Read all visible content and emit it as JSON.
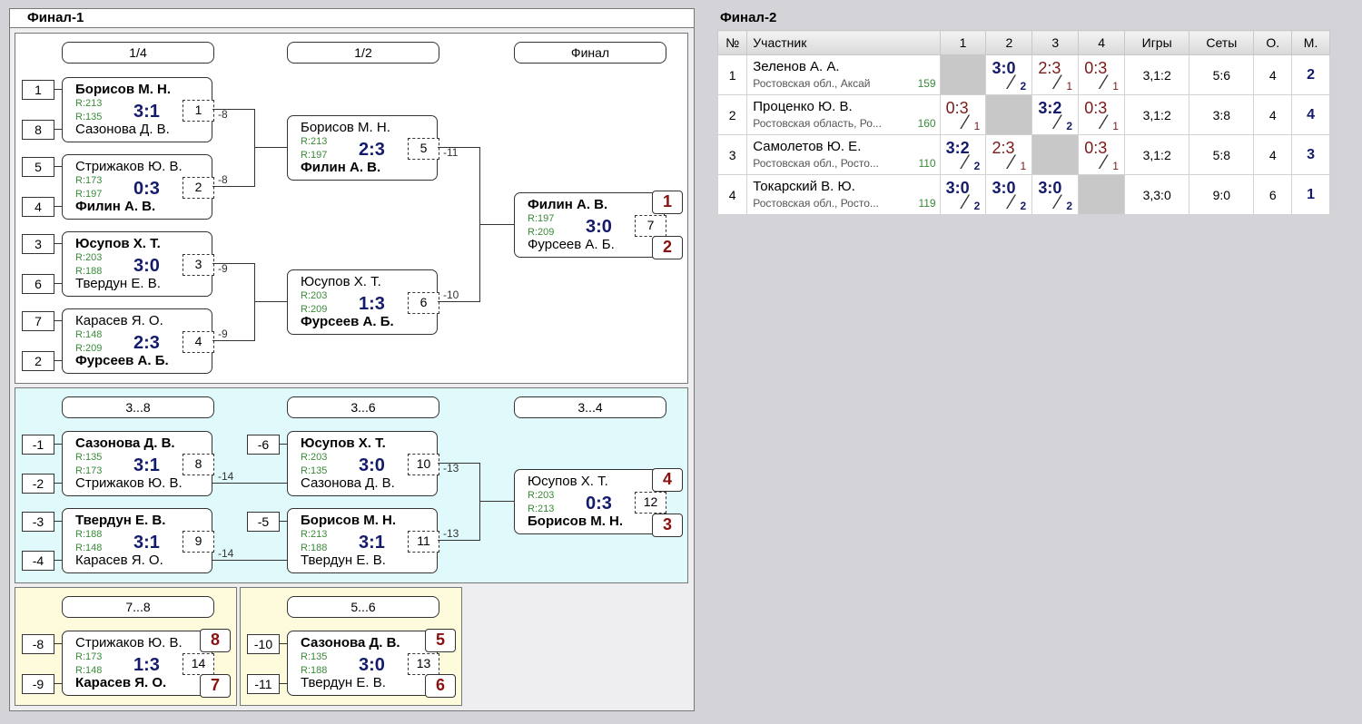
{
  "final1": {
    "title": "Финал-1",
    "main": {
      "headers": [
        "1/4",
        "1/2",
        "Финал"
      ],
      "seeds": [
        "1",
        "8",
        "5",
        "4",
        "3",
        "6",
        "7",
        "2"
      ],
      "matches": [
        {
          "p1": "Борисов М. Н.",
          "p2": "Сазонова Д. В.",
          "r1": "R:213",
          "r2": "R:135",
          "score": "3:1",
          "num": "1",
          "winner": 1,
          "loser_label": "-8"
        },
        {
          "p1": "Стрижаков Ю. В.",
          "p2": "Филин А. В.",
          "r1": "R:173",
          "r2": "R:197",
          "score": "0:3",
          "num": "2",
          "winner": 2,
          "loser_label": "-8"
        },
        {
          "p1": "Юсупов Х. Т.",
          "p2": "Твердун Е. В.",
          "r1": "R:203",
          "r2": "R:188",
          "score": "3:0",
          "num": "3",
          "winner": 1,
          "loser_label": "-9"
        },
        {
          "p1": "Карасев Я. О.",
          "p2": "Фурсеев А. Б.",
          "r1": "R:148",
          "r2": "R:209",
          "score": "2:3",
          "num": "4",
          "winner": 2,
          "loser_label": "-9"
        },
        {
          "p1": "Борисов М. Н.",
          "p2": "Филин А. В.",
          "r1": "R:213",
          "r2": "R:197",
          "score": "2:3",
          "num": "5",
          "winner": 2,
          "loser_label": "-11"
        },
        {
          "p1": "Юсупов Х. Т.",
          "p2": "Фурсеев А. Б.",
          "r1": "R:203",
          "r2": "R:209",
          "score": "1:3",
          "num": "6",
          "winner": 2,
          "loser_label": "-10"
        },
        {
          "p1": "Филин А. В.",
          "p2": "Фурсеев А. Б.",
          "r1": "R:197",
          "r2": "R:209",
          "score": "3:0",
          "num": "7",
          "winner": 1,
          "place1": "1",
          "place2": "2"
        }
      ]
    },
    "bronze": {
      "headers": [
        "3...8",
        "3...6",
        "3...4"
      ],
      "seeds": [
        "-1",
        "-2",
        "-3",
        "-4",
        "-6",
        "-5"
      ],
      "matches": [
        {
          "p1": "Сазонова Д. В.",
          "p2": "Стрижаков Ю. В.",
          "r1": "R:135",
          "r2": "R:173",
          "score": "3:1",
          "num": "8",
          "winner": 1,
          "loser_label": "-14"
        },
        {
          "p1": "Твердун Е. В.",
          "p2": "Карасев Я. О.",
          "r1": "R:188",
          "r2": "R:148",
          "score": "3:1",
          "num": "9",
          "winner": 1,
          "loser_label": "-14"
        },
        {
          "p1": "Юсупов Х. Т.",
          "p2": "Сазонова Д. В.",
          "r1": "R:203",
          "r2": "R:135",
          "score": "3:0",
          "num": "10",
          "winner": 1,
          "loser_label": "-13"
        },
        {
          "p1": "Борисов М. Н.",
          "p2": "Твердун Е. В.",
          "r1": "R:213",
          "r2": "R:188",
          "score": "3:1",
          "num": "11",
          "winner": 1,
          "loser_label": "-13"
        },
        {
          "p1": "Юсупов Х. Т.",
          "p2": "Борисов М. Н.",
          "r1": "R:203",
          "r2": "R:213",
          "score": "0:3",
          "num": "12",
          "winner": 2,
          "place1": "4",
          "place2": "3"
        }
      ]
    },
    "place78": {
      "header": "7...8",
      "seeds": [
        "-8",
        "-9"
      ],
      "match": {
        "p1": "Стрижаков Ю. В.",
        "p2": "Карасев Я. О.",
        "r1": "R:173",
        "r2": "R:148",
        "score": "1:3",
        "num": "14",
        "winner": 2,
        "place1": "8",
        "place2": "7"
      }
    },
    "place56": {
      "header": "5...6",
      "seeds": [
        "-10",
        "-11"
      ],
      "match": {
        "p1": "Сазонова Д. В.",
        "p2": "Твердун Е. В.",
        "r1": "R:135",
        "r2": "R:188",
        "score": "3:0",
        "num": "13",
        "winner": 1,
        "place1": "5",
        "place2": "6"
      }
    }
  },
  "final2": {
    "title": "Финал-2",
    "columns": [
      "№",
      "Участник",
      "1",
      "2",
      "3",
      "4",
      "Игры",
      "Сеты",
      "О.",
      "М."
    ],
    "rows": [
      {
        "no": "1",
        "name": "Зеленов А. А.",
        "region": "Ростовская обл., Аксай",
        "rating": "159",
        "cells": [
          null,
          {
            "s": "3:0",
            "n": "2",
            "w": true
          },
          {
            "s": "2:3",
            "n": "1",
            "w": false
          },
          {
            "s": "0:3",
            "n": "1",
            "w": false
          }
        ],
        "games": "3,1:2",
        "sets": "5:6",
        "points": "4",
        "place": "2"
      },
      {
        "no": "2",
        "name": "Проценко Ю. В.",
        "region": "Ростовская область, Ро...",
        "rating": "160",
        "cells": [
          {
            "s": "0:3",
            "n": "1",
            "w": false
          },
          null,
          {
            "s": "3:2",
            "n": "2",
            "w": true
          },
          {
            "s": "0:3",
            "n": "1",
            "w": false
          }
        ],
        "games": "3,1:2",
        "sets": "3:8",
        "points": "4",
        "place": "4"
      },
      {
        "no": "3",
        "name": "Самолетов Ю. Е.",
        "region": "Ростовская обл., Росто...",
        "rating": "110",
        "cells": [
          {
            "s": "3:2",
            "n": "2",
            "w": true
          },
          {
            "s": "2:3",
            "n": "1",
            "w": false
          },
          null,
          {
            "s": "0:3",
            "n": "1",
            "w": false
          }
        ],
        "games": "3,1:2",
        "sets": "5:8",
        "points": "4",
        "place": "3"
      },
      {
        "no": "4",
        "name": "Токарский В. Ю.",
        "region": "Ростовская обл., Росто...",
        "rating": "119",
        "cells": [
          {
            "s": "3:0",
            "n": "2",
            "w": true
          },
          {
            "s": "3:0",
            "n": "2",
            "w": true
          },
          {
            "s": "3:0",
            "n": "2",
            "w": true
          },
          null
        ],
        "games": "3,3:0",
        "sets": "9:0",
        "points": "6",
        "place": "1"
      }
    ]
  }
}
